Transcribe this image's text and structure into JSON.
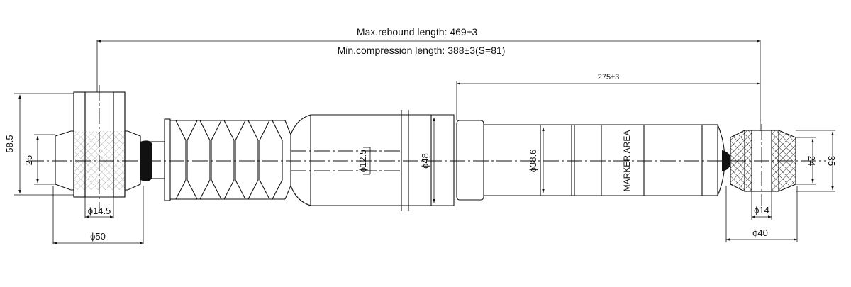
{
  "dimensions": {
    "max_rebound": "Max.rebound length: 469±3",
    "min_compression": "Min.compression length: 388±3(S=81)",
    "rod_length": "275±3",
    "left_eye_outer_height": "58.5",
    "left_eye_inner_height": "25",
    "left_bore_dia": "ϕ14.5",
    "left_eye_width": "ϕ50",
    "piston_rod_dia": "ϕ12.5",
    "dust_cover_dia": "ϕ48",
    "body_dia": "ϕ38.6",
    "marker_area": "MARKER AREA",
    "right_bore_dia": "ϕ14",
    "right_eye_width": "ϕ40",
    "right_inner_height": "24",
    "right_outer_height": "35"
  }
}
